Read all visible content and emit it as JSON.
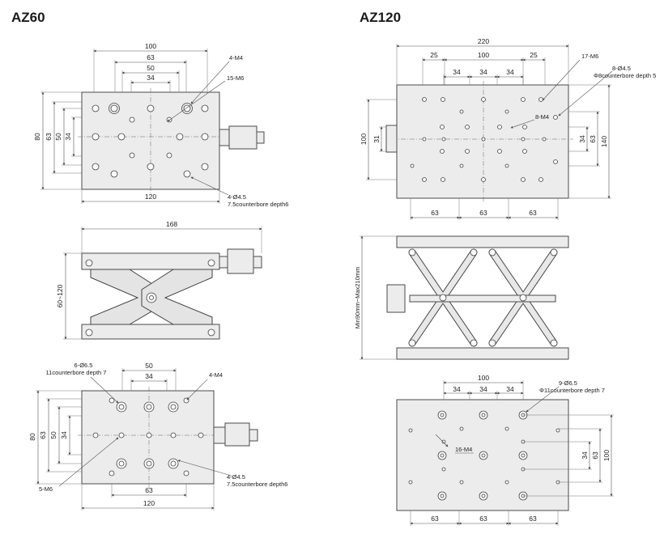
{
  "models": [
    {
      "name": "AZ60"
    },
    {
      "name": "AZ120"
    }
  ],
  "az60": {
    "top_view": {
      "dims_top": [
        "100",
        "63",
        "50",
        "34"
      ],
      "dims_left": [
        "80",
        "63",
        "50",
        "34"
      ],
      "dim_bottom": "120",
      "callouts": [
        "4-M4",
        "15-M6"
      ],
      "hole_note": [
        "4-Ø4.5",
        "7.5counterbore depth6"
      ]
    },
    "side_view": {
      "width": "168",
      "height": "60~120"
    },
    "bottom_view": {
      "callout_left": [
        "6-Ø6.5",
        "11counterbore depth 7"
      ],
      "callout_right": "4-M4",
      "dims_top": [
        "50",
        "34"
      ],
      "dims_left": [
        "80",
        "63",
        "50",
        "34"
      ],
      "dims_bottom": [
        "63",
        "120"
      ],
      "callout_lower": "5-M6",
      "hole_note": [
        "4-Ø4.5",
        "7.5counterbore depth6"
      ]
    }
  },
  "az120": {
    "top_view": {
      "dims_top": [
        "220",
        "25",
        "100",
        "25",
        "34",
        "34",
        "34"
      ],
      "callouts": [
        "17-M6",
        "8-M4"
      ],
      "hole_note": [
        "8-Ø4.5",
        "Φ8counterbore depth 5"
      ],
      "dims_left": [
        "100",
        "31"
      ],
      "dims_right": [
        "34",
        "63",
        "140"
      ],
      "dims_bottom": [
        "63",
        "63",
        "63"
      ]
    },
    "side_view": {
      "height": "Min90mm~Max210mm"
    },
    "bottom_view": {
      "dims_top": [
        "100",
        "34",
        "34",
        "34"
      ],
      "hole_note": [
        "9-Ø6.5",
        "Φ11counterbore depth 7"
      ],
      "callout": "16-M4",
      "dims_right": [
        "34",
        "63",
        "100"
      ],
      "dims_bottom": [
        "63",
        "63",
        "63"
      ]
    }
  }
}
